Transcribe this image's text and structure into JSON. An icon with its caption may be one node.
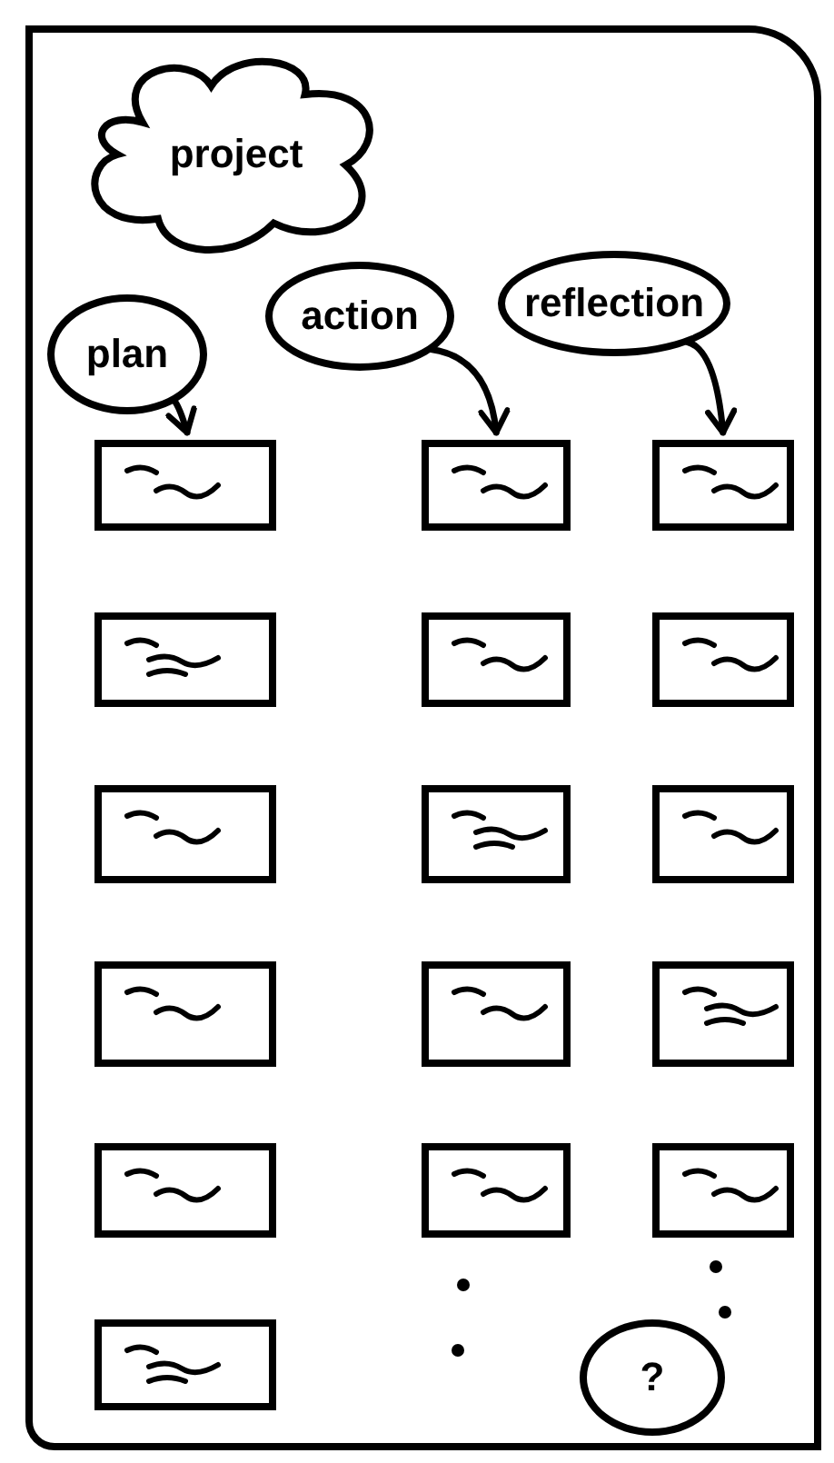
{
  "diagram": {
    "nodes": [
      {
        "text": [],
        "shape": "box"
      },
      {
        "text": [
          "project"
        ],
        "in": 0
      },
      {
        "text": [
          "plan"
        ],
        "in": 0
      },
      {
        "text": [
          "action"
        ],
        "in": 0
      },
      {
        "text": [
          "reflection"
        ],
        "in": 0
      },
      {
        "text": [],
        "shape": "box",
        "in": 0
      },
      {
        "text": [],
        "shape": "box",
        "in": 0
      },
      {
        "text": [],
        "shape": "box",
        "in": 0
      },
      {
        "text": [],
        "shape": "box",
        "in": 0
      },
      {
        "text": [],
        "shape": "box",
        "in": 0
      },
      {
        "text": [],
        "shape": "box",
        "in": 0
      },
      {
        "text": [],
        "shape": "box",
        "in": 0
      },
      {
        "text": [],
        "shape": "box",
        "in": 0
      },
      {
        "text": [],
        "shape": "box",
        "in": 0
      },
      {
        "text": [],
        "shape": "box",
        "in": 0
      },
      {
        "text": [],
        "shape": "box",
        "in": 0
      },
      {
        "text": [],
        "shape": "box",
        "in": 0
      },
      {
        "text": [],
        "shape": "box",
        "in": 0
      },
      {
        "text": [],
        "shape": "box",
        "in": 0
      },
      {
        "text": [],
        "shape": "box",
        "in": 0
      },
      {
        "text": [],
        "shape": "box",
        "in": 0
      },
      {
        "text": [
          "?"
        ],
        "in": 0
      }
    ],
    "edges": [
      {
        "from": 2,
        "to": 5,
        "arrow": "to"
      },
      {
        "from": 3,
        "to": 6,
        "arrow": "to"
      },
      {
        "from": 4,
        "to": 7,
        "arrow": "to"
      }
    ]
  }
}
